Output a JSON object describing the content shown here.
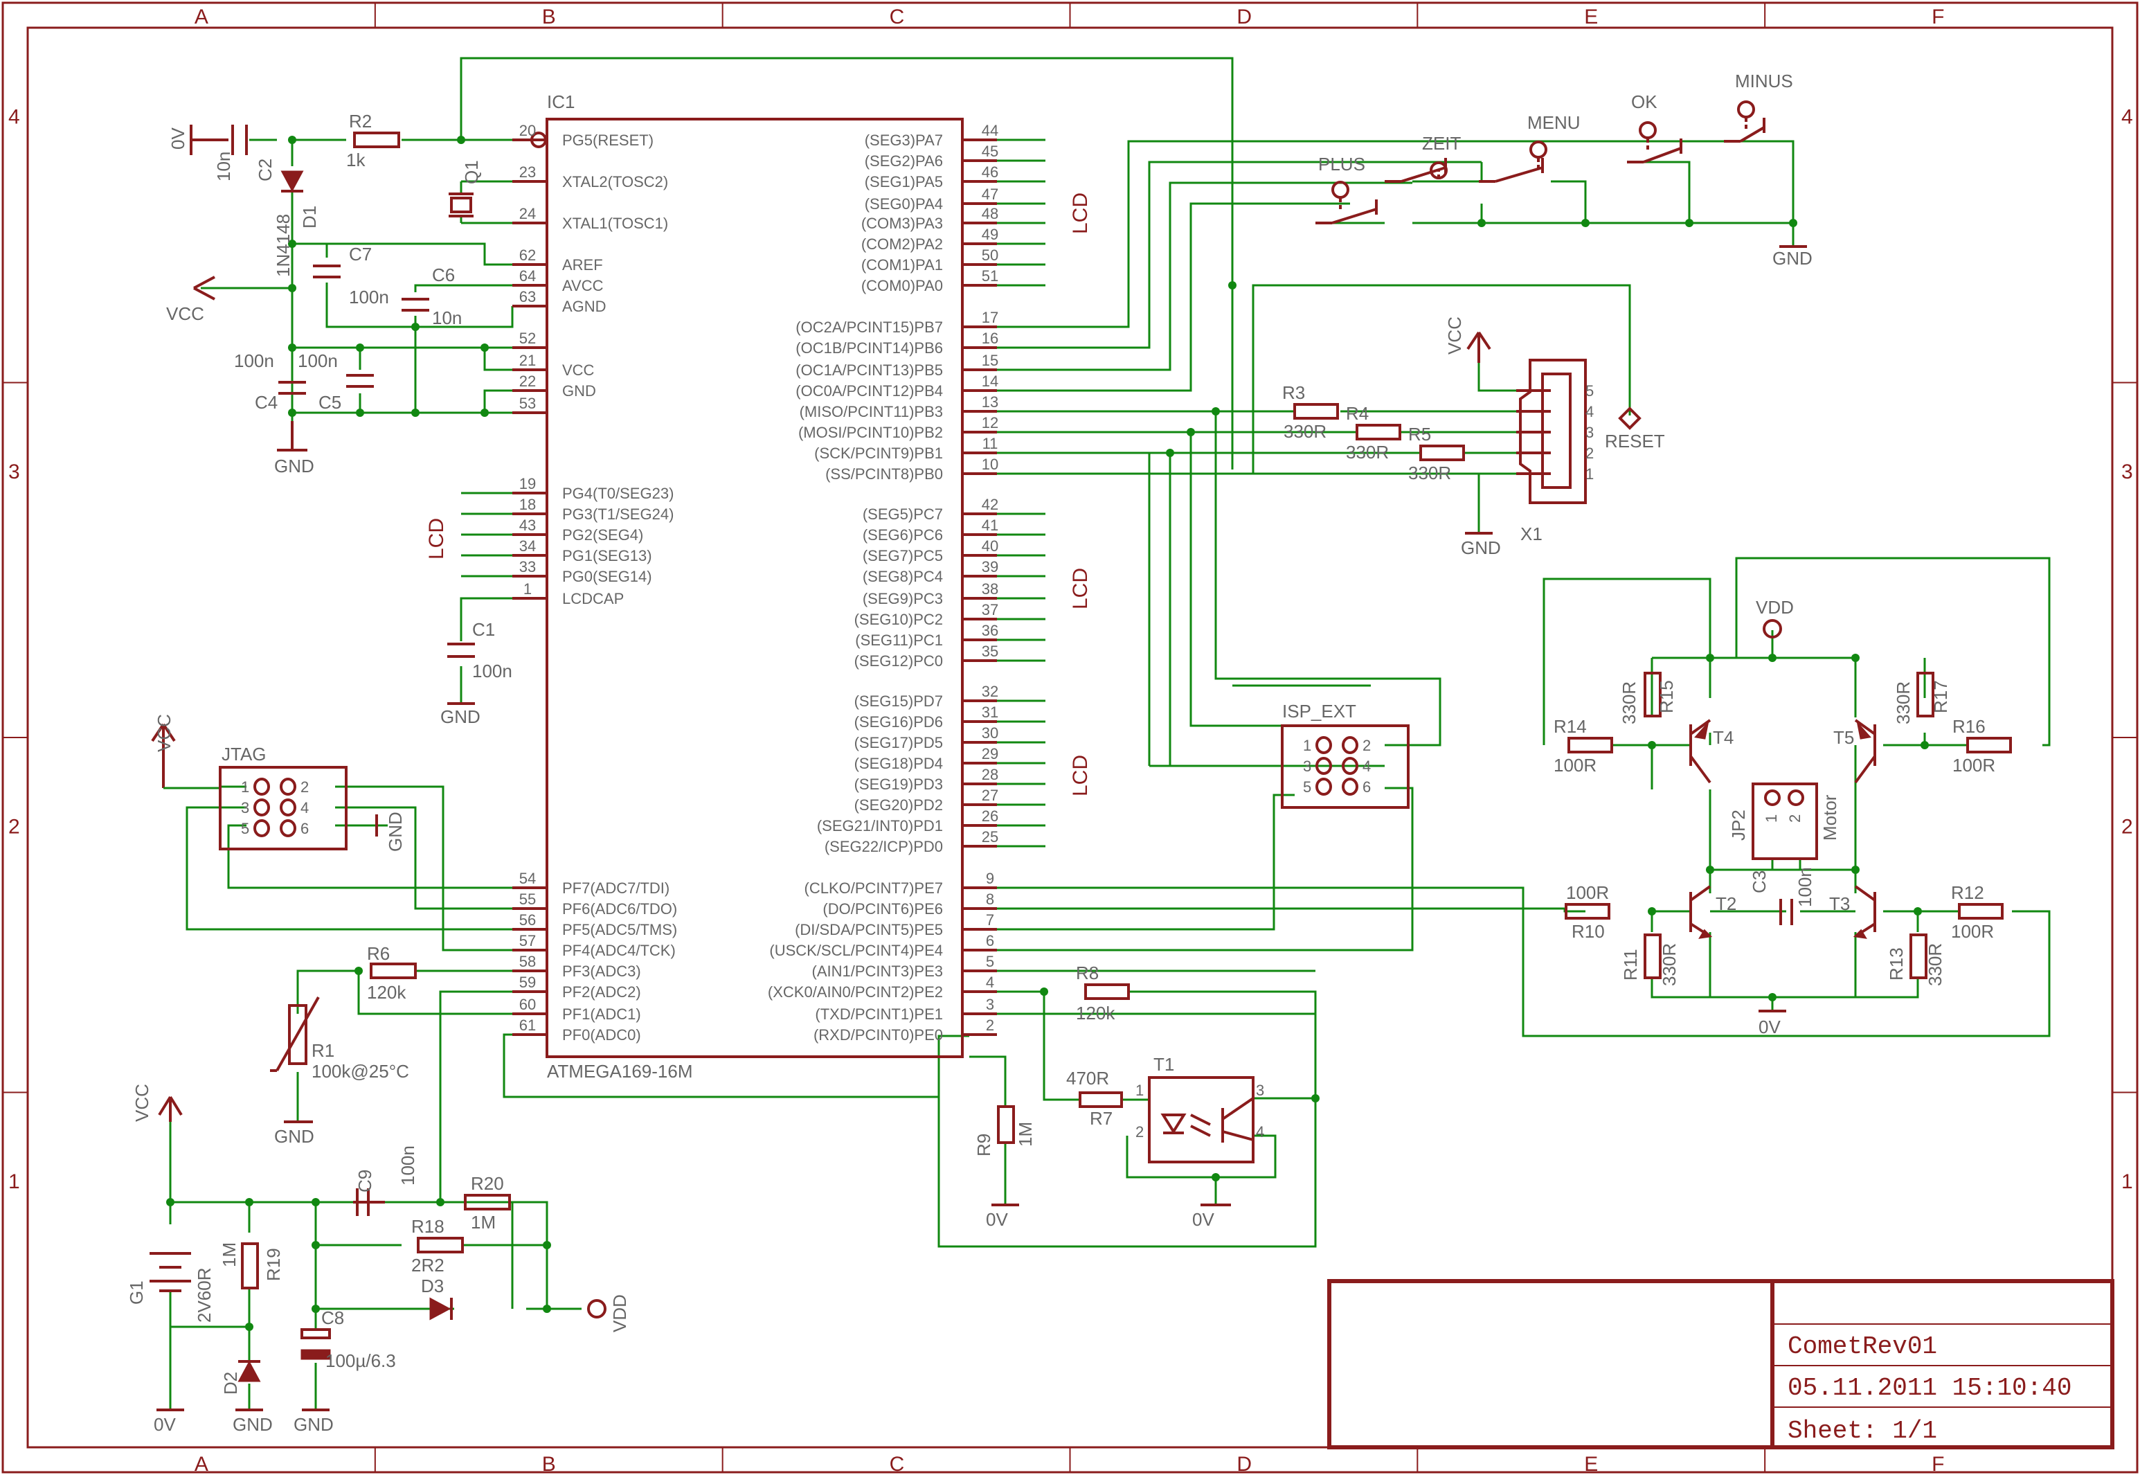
{
  "sheet": {
    "columns": [
      "A",
      "B",
      "C",
      "D",
      "E",
      "F"
    ],
    "rows": [
      "4",
      "3",
      "2",
      "1"
    ]
  },
  "title_block": {
    "name": "CometRev01",
    "date": "05.11.2011  15:10:40",
    "sheet": "Sheet: 1/1"
  },
  "ic1": {
    "ref": "IC1",
    "value": "ATMEGA169-16M",
    "left_pins": [
      {
        "num": "20",
        "name": "PG5(RESET)"
      },
      {
        "num": "23",
        "name": "XTAL2(TOSC2)"
      },
      {
        "num": "24",
        "name": "XTAL1(TOSC1)"
      },
      {
        "num": "62",
        "name": "AREF"
      },
      {
        "num": "64",
        "name": "AVCC"
      },
      {
        "num": "63",
        "name": "AGND"
      },
      {
        "num": "52",
        "name": ""
      },
      {
        "num": "21",
        "name": "VCC"
      },
      {
        "num": "22",
        "name": "GND"
      },
      {
        "num": "53",
        "name": ""
      },
      {
        "num": "19",
        "name": "PG4(T0/SEG23)"
      },
      {
        "num": "18",
        "name": "PG3(T1/SEG24)"
      },
      {
        "num": "43",
        "name": "PG2(SEG4)"
      },
      {
        "num": "34",
        "name": "PG1(SEG13)"
      },
      {
        "num": "33",
        "name": "PG0(SEG14)"
      },
      {
        "num": "1",
        "name": "LCDCAP"
      },
      {
        "num": "54",
        "name": "PF7(ADC7/TDI)"
      },
      {
        "num": "55",
        "name": "PF6(ADC6/TDO)"
      },
      {
        "num": "56",
        "name": "PF5(ADC5/TMS)"
      },
      {
        "num": "57",
        "name": "PF4(ADC4/TCK)"
      },
      {
        "num": "58",
        "name": "PF3(ADC3)"
      },
      {
        "num": "59",
        "name": "PF2(ADC2)"
      },
      {
        "num": "60",
        "name": "PF1(ADC1)"
      },
      {
        "num": "61",
        "name": "PF0(ADC0)"
      }
    ],
    "right_pins": [
      {
        "num": "44",
        "name": "(SEG3)PA7"
      },
      {
        "num": "45",
        "name": "(SEG2)PA6"
      },
      {
        "num": "46",
        "name": "(SEG1)PA5"
      },
      {
        "num": "47",
        "name": "(SEG0)PA4"
      },
      {
        "num": "48",
        "name": "(COM3)PA3"
      },
      {
        "num": "49",
        "name": "(COM2)PA2"
      },
      {
        "num": "50",
        "name": "(COM1)PA1"
      },
      {
        "num": "51",
        "name": "(COM0)PA0"
      },
      {
        "num": "17",
        "name": "(OC2A/PCINT15)PB7"
      },
      {
        "num": "16",
        "name": "(OC1B/PCINT14)PB6"
      },
      {
        "num": "15",
        "name": "(OC1A/PCINT13)PB5"
      },
      {
        "num": "14",
        "name": "(OC0A/PCINT12)PB4"
      },
      {
        "num": "13",
        "name": "(MISO/PCINT11)PB3"
      },
      {
        "num": "12",
        "name": "(MOSI/PCINT10)PB2"
      },
      {
        "num": "11",
        "name": "(SCK/PCINT9)PB1"
      },
      {
        "num": "10",
        "name": "(SS/PCINT8)PB0"
      },
      {
        "num": "42",
        "name": "(SEG5)PC7"
      },
      {
        "num": "41",
        "name": "(SEG6)PC6"
      },
      {
        "num": "40",
        "name": "(SEG7)PC5"
      },
      {
        "num": "39",
        "name": "(SEG8)PC4"
      },
      {
        "num": "38",
        "name": "(SEG9)PC3"
      },
      {
        "num": "37",
        "name": "(SEG10)PC2"
      },
      {
        "num": "36",
        "name": "(SEG11)PC1"
      },
      {
        "num": "35",
        "name": "(SEG12)PC0"
      },
      {
        "num": "32",
        "name": "(SEG15)PD7"
      },
      {
        "num": "31",
        "name": "(SEG16)PD6"
      },
      {
        "num": "30",
        "name": "(SEG17)PD5"
      },
      {
        "num": "29",
        "name": "(SEG18)PD4"
      },
      {
        "num": "28",
        "name": "(SEG19)PD3"
      },
      {
        "num": "27",
        "name": "(SEG20)PD2"
      },
      {
        "num": "26",
        "name": "(SEG21/INT0)PD1"
      },
      {
        "num": "25",
        "name": "(SEG22/ICP)PD0"
      },
      {
        "num": "9",
        "name": "(CLKO/PCINT7)PE7"
      },
      {
        "num": "8",
        "name": "(DO/PCINT6)PE6"
      },
      {
        "num": "7",
        "name": "(DI/SDA/PCINT5)PE5"
      },
      {
        "num": "6",
        "name": "(USCK/SCL/PCINT4)PE4"
      },
      {
        "num": "5",
        "name": "(AIN1/PCINT3)PE3"
      },
      {
        "num": "4",
        "name": "(XCK0/AIN0/PCINT2)PE2"
      },
      {
        "num": "3",
        "name": "(TXD/PCINT1)PE1"
      },
      {
        "num": "2",
        "name": "(RXD/PCINT0)PE0"
      }
    ]
  },
  "parts": {
    "r2": {
      "ref": "R2",
      "value": "1k"
    },
    "c2": {
      "ref": "C2",
      "value": "10n"
    },
    "d1": {
      "ref": "D1",
      "value": "1N4148"
    },
    "c7": {
      "ref": "C7",
      "value": "100n"
    },
    "c6": {
      "ref": "C6",
      "value": "10n"
    },
    "c4": {
      "ref": "C4",
      "value": "100n"
    },
    "c5": {
      "ref": "C5",
      "value": "100n"
    },
    "q1": {
      "ref": "Q1"
    },
    "c1": {
      "ref": "C1",
      "value": "100n"
    },
    "jtag": {
      "ref": "JTAG",
      "pins": [
        "1",
        "2",
        "3",
        "4",
        "5",
        "6"
      ]
    },
    "r6": {
      "ref": "R6",
      "value": "120k"
    },
    "r1": {
      "ref": "R1",
      "value": "100k@25°C"
    },
    "g1": {
      "ref": "G1",
      "value": "2V60R"
    },
    "r19": {
      "ref": "R19",
      "value": "1M"
    },
    "d2": {
      "ref": "D2"
    },
    "c9": {
      "ref": "C9",
      "value": "100n"
    },
    "r20": {
      "ref": "R20",
      "value": "1M"
    },
    "r18": {
      "ref": "R18",
      "value": "2R2"
    },
    "d3": {
      "ref": "D3"
    },
    "c8": {
      "ref": "C8",
      "value": "100µ/6.3"
    },
    "r8": {
      "ref": "R8",
      "value": "120k"
    },
    "r7": {
      "ref": "R7",
      "value": "470R"
    },
    "r9": {
      "ref": "R9",
      "value": "1M"
    },
    "t1": {
      "ref": "T1",
      "pins": [
        "1",
        "2",
        "3",
        "4"
      ]
    },
    "isp": {
      "ref": "ISP_EXT",
      "pins": [
        "1",
        "2",
        "3",
        "4",
        "5",
        "6"
      ]
    },
    "x1": {
      "ref": "X1",
      "pins": [
        "5",
        "4",
        "3",
        "2",
        "1"
      ]
    },
    "r3": {
      "ref": "R3",
      "value": "330R"
    },
    "r4": {
      "ref": "R4",
      "value": "330R"
    },
    "r5": {
      "ref": "R5",
      "value": "330R"
    },
    "r14": {
      "ref": "R14",
      "value": "100R"
    },
    "r15": {
      "ref": "R15",
      "value": "330R"
    },
    "r16": {
      "ref": "R16",
      "value": "100R"
    },
    "r17": {
      "ref": "R17",
      "value": "330R"
    },
    "r10": {
      "ref": "R10",
      "value": "100R"
    },
    "r11": {
      "ref": "R11",
      "value": "330R"
    },
    "r12": {
      "ref": "R12",
      "value": "100R"
    },
    "r13": {
      "ref": "R13",
      "value": "330R"
    },
    "c3": {
      "ref": "C3",
      "value": "100n"
    },
    "t2": {
      "ref": "T2"
    },
    "t3": {
      "ref": "T3"
    },
    "t4": {
      "ref": "T4"
    },
    "t5": {
      "ref": "T5"
    },
    "jp2": {
      "ref": "JP2",
      "value": "Motor",
      "pins": [
        "1",
        "2"
      ]
    }
  },
  "buttons": [
    "PLUS",
    "ZEIT",
    "MENU",
    "OK",
    "MINUS"
  ],
  "nets": {
    "vcc": "VCC",
    "gnd": "GND",
    "zero_v": "0V",
    "vdd": "VDD",
    "lcd": "LCD",
    "reset": "RESET"
  }
}
